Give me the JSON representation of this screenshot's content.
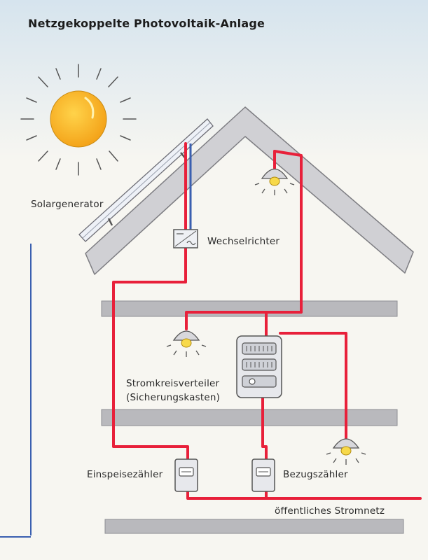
{
  "title": "Netzgekoppelte Photovoltaik-Anlage",
  "labels": {
    "solar_generator": "Solargenerator",
    "inverter": "Wechselrichter",
    "distribution_box_line1": "Stromkreisverteiler",
    "distribution_box_line2": "(Sicherungskasten)",
    "feed_in_meter": "Einspeisezähler",
    "consumption_meter": "Bezugszähler",
    "public_grid": "öffentliches Stromnetz"
  },
  "colors": {
    "wire_red": "#e8203a",
    "wire_blue": "#3a5fb0",
    "sun_fill": "#f7b21a",
    "floor_gray": "#b9b9bd",
    "house_outline": "#7d7d82"
  }
}
